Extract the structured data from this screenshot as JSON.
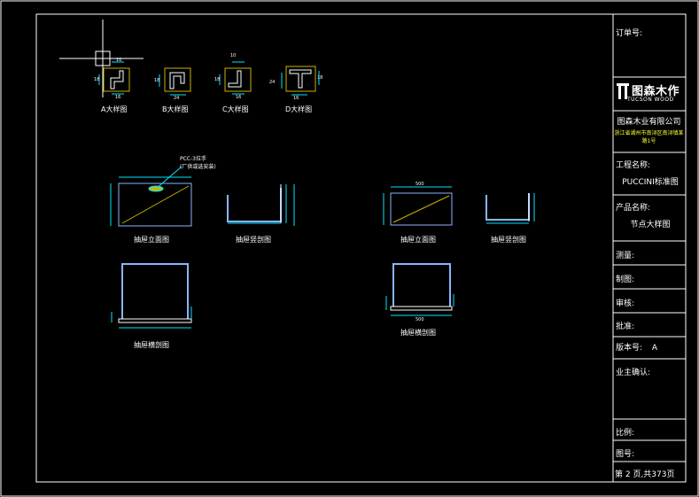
{
  "title_block": {
    "order_no_label": "订单号:",
    "logo_text": "图森木作",
    "logo_sub": "TUCSON WOOD",
    "company_name": "图森木业有限公司",
    "company_address": "浙江省湖州市南浔区南浔镇某路1号",
    "project_label": "工程名称:",
    "project_value": "PUCCINI标准图",
    "product_label": "产品名称:",
    "product_value": "节点大样图",
    "survey_label": "测量:",
    "draw_label": "制图:",
    "review_label": "审核:",
    "approve_label": "批准:",
    "version_label": "版本号:",
    "version_value": "A",
    "owner_confirm_label": "业主确认:",
    "scale_label": "比例:",
    "drawing_no_label": "图号:",
    "page_label": "第 2 页,共373页"
  },
  "details": {
    "a_label": "A大样图",
    "b_label": "B大样图",
    "c_label": "C大样图",
    "d_label": "D大样图"
  },
  "left_group": {
    "handle_note_1": "PCC-3拉手",
    "handle_note_2": "(厂供或选安装)",
    "front_label": "抽屉立面图",
    "vertical_label": "抽屉竖剖图",
    "horizontal_label": "抽屉横剖图"
  },
  "right_group": {
    "front_label": "抽屉立面图",
    "vertical_label": "抽屉竖剖图",
    "horizontal_label": "抽屉横剖图",
    "width_dim": "500",
    "horizontal_width_dim": "500"
  },
  "dims": {
    "d1": "10",
    "d2": "18",
    "d3": "18",
    "d4": "18",
    "d5": "18",
    "d6": "16",
    "d7": "24"
  },
  "colors": {
    "background": "#000000",
    "lines": "#ffffff",
    "dimension": "#00e5ff",
    "outline": "#8ab4ff",
    "hatch": "#c8b400"
  }
}
